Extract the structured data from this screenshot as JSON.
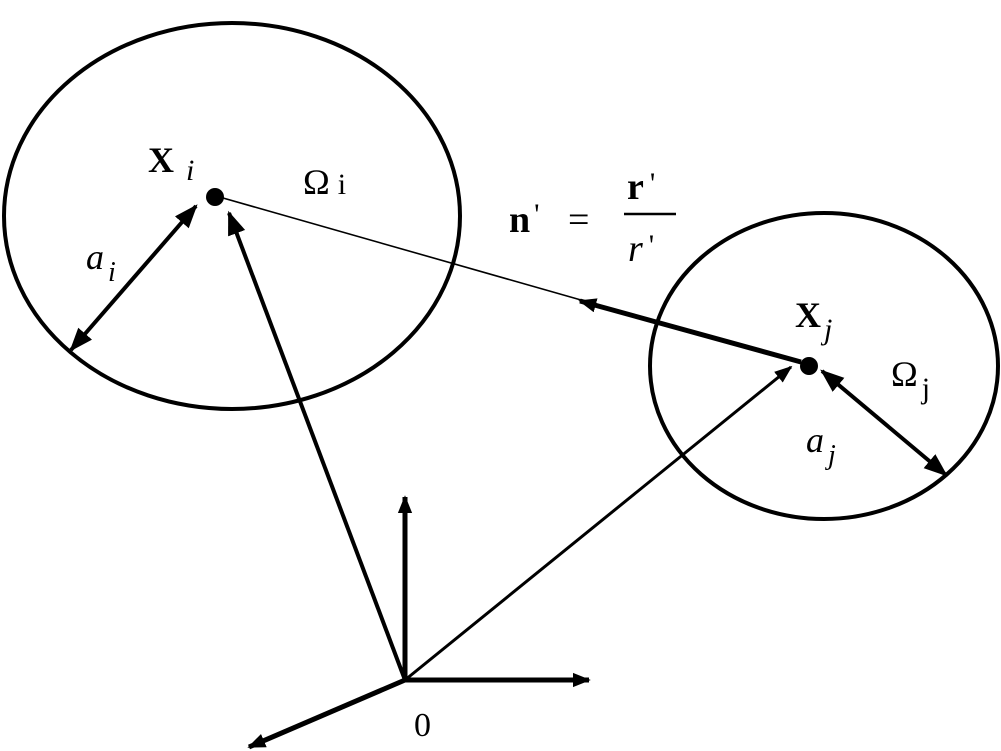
{
  "origin_label": "0",
  "particle_i": {
    "position_label": "X",
    "position_subscript": "i",
    "domain_label": "Ω",
    "domain_subscript": "i",
    "radius_label": "a",
    "radius_subscript": "i"
  },
  "particle_j": {
    "position_label": "X",
    "position_subscript": "j",
    "domain_label": "Ω",
    "domain_subscript": "j",
    "radius_label": "a",
    "radius_subscript": "j"
  },
  "equation": {
    "lhs": "n",
    "lhs_prime": "'",
    "equals": "=",
    "numerator": "r",
    "numerator_prime": "'",
    "denominator": "r",
    "denominator_prime": "'"
  },
  "colors": {
    "stroke": "#000000",
    "background": "#ffffff"
  }
}
